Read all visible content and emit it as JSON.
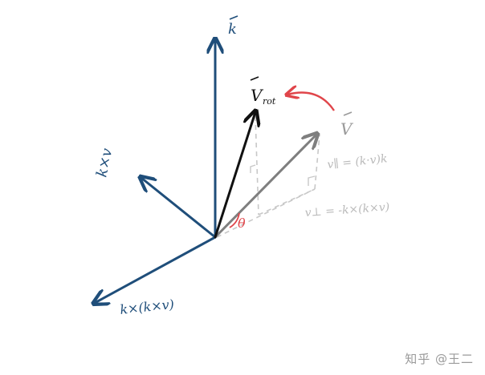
{
  "labels": {
    "k": "k",
    "v_rot": "V",
    "v_rot_sub": "rot",
    "v": "V",
    "k_cross_v": "k×v",
    "k_cross_k_cross_v": "k×(k×v)",
    "v_parallel": "v∥ = (k·v)k",
    "v_perp": "v⊥ = -k×(k×v)",
    "theta": "θ"
  },
  "watermark": "知乎 @王二",
  "colors": {
    "axis_blue": "#1f4e7a",
    "vector_black": "#111111",
    "vector_gray": "#7f7f7f",
    "construction_gray": "#c8c8c8",
    "label_gray": "#b9b9b9",
    "rotation_red": "#e0454a"
  }
}
